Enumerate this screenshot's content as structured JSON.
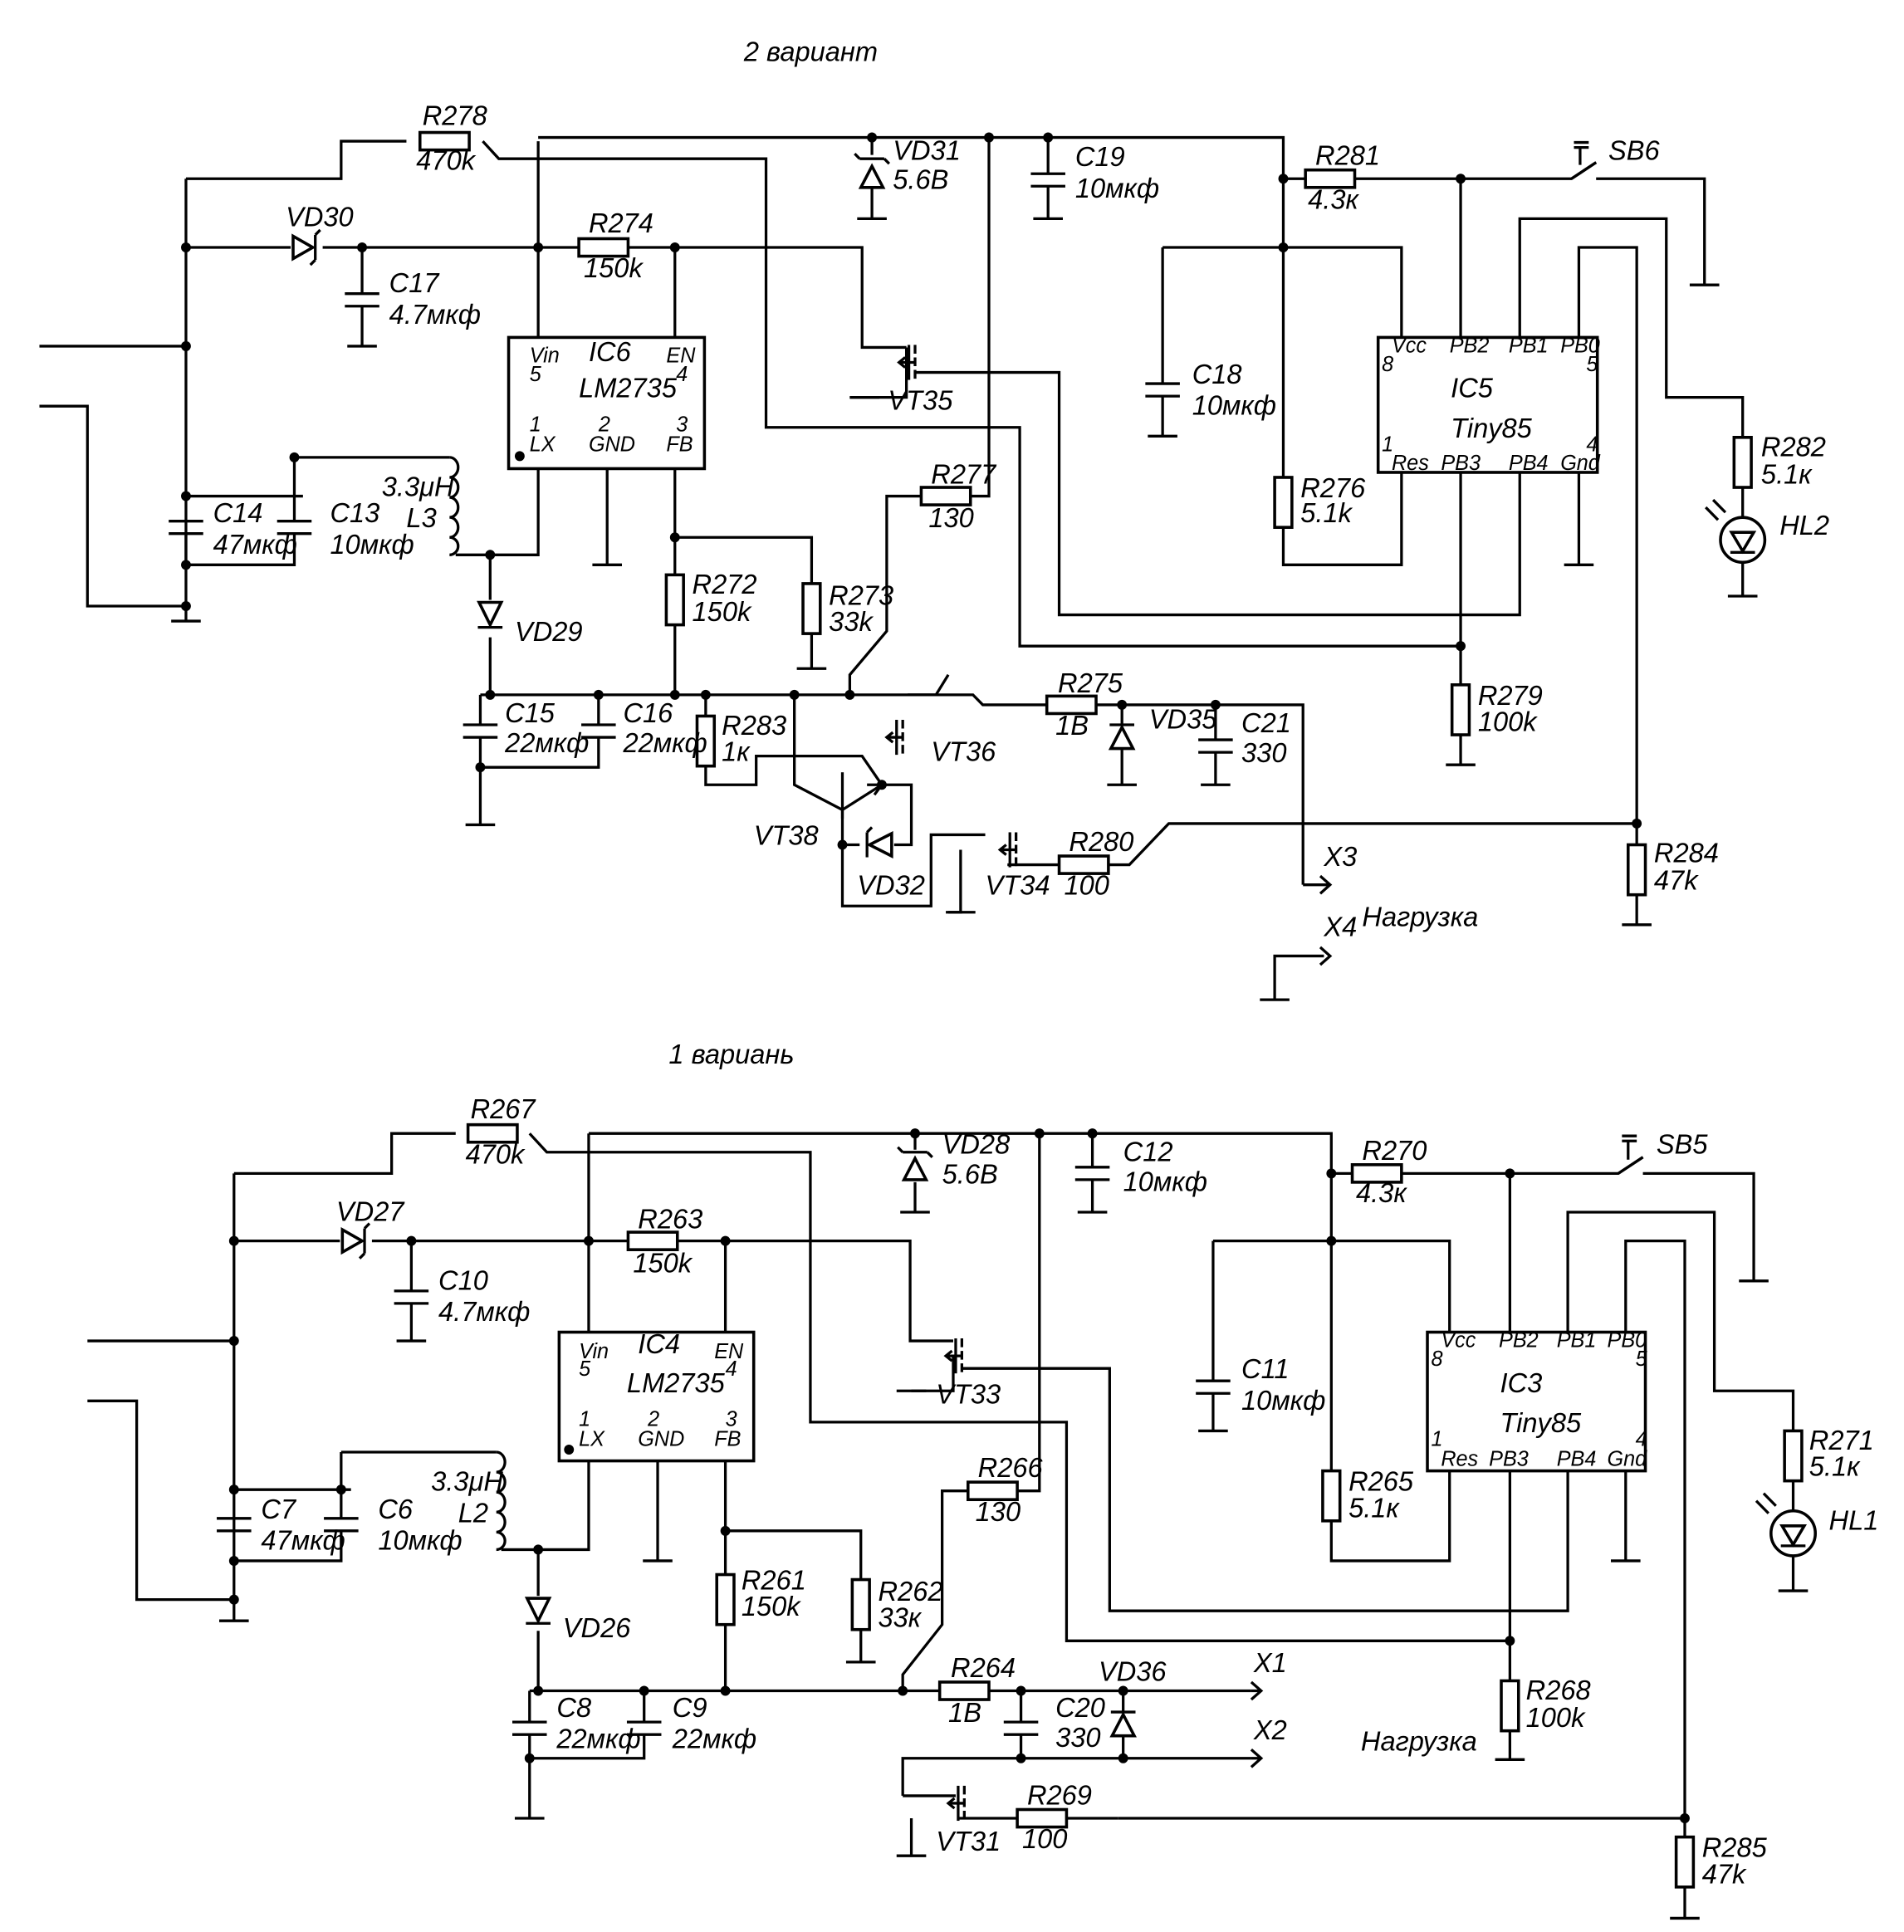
{
  "variant2": {
    "title": "2 вариант",
    "ic_regulator": {
      "ref": "IC6",
      "name": "LM2735",
      "pin5": "Vin",
      "pin5_num": "5",
      "pin4": "EN",
      "pin4_num": "4",
      "pin1_num": "1",
      "pin1": "LX",
      "pin2_num": "2",
      "pin2": "GND",
      "pin3_num": "3",
      "pin3": "FB"
    },
    "ic_mcu": {
      "ref": "IC5",
      "name": "Tiny85",
      "p_vcc": "Vcc",
      "p_pb2": "PB2",
      "p_pb1": "PB1",
      "p_pb0": "PB0",
      "n8": "8",
      "n5": "5",
      "n1": "1",
      "n4": "4",
      "p_res": "Res",
      "p_pb3": "PB3",
      "p_pb4": "PB4",
      "p_gnd": "Gnd"
    },
    "R278": {
      "ref": "R278",
      "val": "470k"
    },
    "R274": {
      "ref": "R274",
      "val": "150k"
    },
    "R281": {
      "ref": "R281",
      "val": "4.3к"
    },
    "R277": {
      "ref": "R277",
      "val": "130"
    },
    "R276": {
      "ref": "R276",
      "val": "5.1k"
    },
    "R282": {
      "ref": "R282",
      "val": "5.1к"
    },
    "R272": {
      "ref": "R272",
      "val": "150k"
    },
    "R273": {
      "ref": "R273",
      "val": "33k"
    },
    "R283": {
      "ref": "R283",
      "val": "1к"
    },
    "R275": {
      "ref": "R275",
      "val": "1В"
    },
    "R279": {
      "ref": "R279",
      "val": "100k"
    },
    "R280": {
      "ref": "R280",
      "val": "100"
    },
    "R284": {
      "ref": "R284",
      "val": "47k"
    },
    "VD31": {
      "ref": "VD31",
      "val": "5.6В"
    },
    "VD30": {
      "ref": "VD30"
    },
    "VD29": {
      "ref": "VD29"
    },
    "VD35": {
      "ref": "VD35"
    },
    "VD32": {
      "ref": "VD32"
    },
    "C19": {
      "ref": "C19",
      "val": "10мкф"
    },
    "C17": {
      "ref": "C17",
      "val": "4.7мкф"
    },
    "C18": {
      "ref": "C18",
      "val": "10мкф"
    },
    "C14": {
      "ref": "C14",
      "val": "47мкф"
    },
    "C13": {
      "ref": "C13",
      "val": "10мкф"
    },
    "C15": {
      "ref": "C15",
      "val": "22мкф"
    },
    "C16": {
      "ref": "C16",
      "val": "22мкф"
    },
    "C21": {
      "ref": "C21",
      "val": "330"
    },
    "L3": {
      "ref": "L3",
      "val": "3.3μH"
    },
    "SB6": "SB6",
    "HL2": "HL2",
    "VT35": "VT35",
    "VT36": "VT36",
    "VT38": "VT38",
    "VT34": "VT34",
    "X3": "X3",
    "X4": "X4",
    "load": "Нагрузка"
  },
  "variant1": {
    "title": "1 вариань",
    "ic_regulator": {
      "ref": "IC4",
      "name": "LM2735",
      "pin5": "Vin",
      "pin5_num": "5",
      "pin4": "EN",
      "pin4_num": "4",
      "pin1_num": "1",
      "pin1": "LX",
      "pin2_num": "2",
      "pin2": "GND",
      "pin3_num": "3",
      "pin3": "FB"
    },
    "ic_mcu": {
      "ref": "IC3",
      "name": "Tiny85",
      "p_vcc": "Vcc",
      "p_pb2": "PB2",
      "p_pb1": "PB1",
      "p_pb0": "PB0",
      "n8": "8",
      "n5": "5",
      "n1": "1",
      "n4": "4",
      "p_res": "Res",
      "p_pb3": "PB3",
      "p_pb4": "PB4",
      "p_gnd": "Gnd"
    },
    "R267": {
      "ref": "R267",
      "val": "470k"
    },
    "R263": {
      "ref": "R263",
      "val": "150k"
    },
    "R270": {
      "ref": "R270",
      "val": "4.3к"
    },
    "R266": {
      "ref": "R266",
      "val": "130"
    },
    "R265": {
      "ref": "R265",
      "val": "5.1к"
    },
    "R271": {
      "ref": "R271",
      "val": "5.1к"
    },
    "R261": {
      "ref": "R261",
      "val": "150k"
    },
    "R262": {
      "ref": "R262",
      "val": "33к"
    },
    "R264": {
      "ref": "R264",
      "val": "1В"
    },
    "R268": {
      "ref": "R268",
      "val": "100k"
    },
    "R269": {
      "ref": "R269",
      "val": "100"
    },
    "R285": {
      "ref": "R285",
      "val": "47k"
    },
    "VD28": {
      "ref": "VD28",
      "val": "5.6В"
    },
    "VD27": {
      "ref": "VD27"
    },
    "VD26": {
      "ref": "VD26"
    },
    "VD36": {
      "ref": "VD36"
    },
    "C12": {
      "ref": "C12",
      "val": "10мкф"
    },
    "C10": {
      "ref": "C10",
      "val": "4.7мкф"
    },
    "C11": {
      "ref": "C11",
      "val": "10мкф"
    },
    "C7": {
      "ref": "C7",
      "val": "47мкф"
    },
    "C6": {
      "ref": "C6",
      "val": "10мкф"
    },
    "C8": {
      "ref": "C8",
      "val": "22мкф"
    },
    "C9": {
      "ref": "C9",
      "val": "22мкф"
    },
    "C20": {
      "ref": "C20",
      "val": "330"
    },
    "L2": {
      "ref": "L2",
      "val": "3.3μH"
    },
    "SB5": "SB5",
    "HL1": "HL1",
    "VT33": "VT33",
    "VT31": "VT31",
    "X1": "X1",
    "X2": "X2",
    "load": "Нагрузка"
  }
}
